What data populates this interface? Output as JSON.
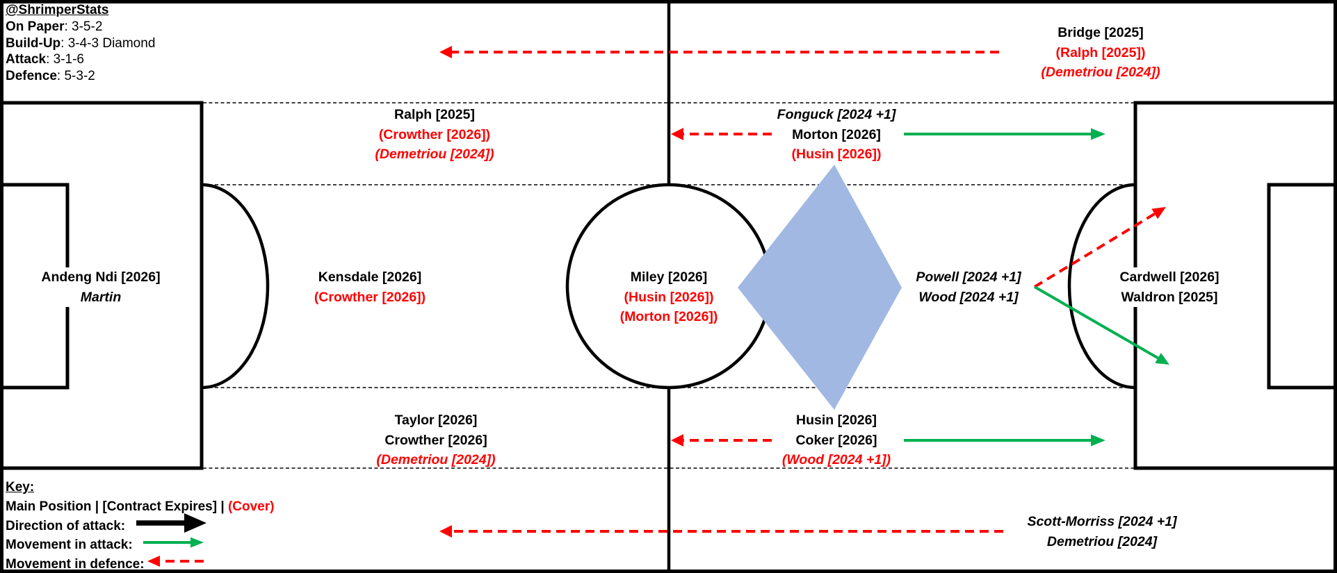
{
  "stats": {
    "title": "@ShrimperStats",
    "rows": [
      {
        "label": "On Paper",
        "value": ": 3-5-2"
      },
      {
        "label": "Build-Up",
        "value": ": 3-4-3 Diamond"
      },
      {
        "label": "Attack",
        "value": ": 3-1-6"
      },
      {
        "label": "Defence",
        "value": ": 5-3-2"
      }
    ]
  },
  "labels": {
    "fw_top": {
      "lines": [
        "Bridge [2025]",
        "(Ralph [2025])",
        "(Demetriou [2024])"
      ]
    },
    "cb_top": {
      "lines": [
        "Ralph [2025]",
        "(Crowther [2026])",
        "(Demetriou [2024])"
      ]
    },
    "mid_top": {
      "lines": [
        "Fonguck [2024 +1]",
        "Morton [2026]",
        "(Husin [2026])"
      ]
    },
    "gk": {
      "lines": [
        "Andeng Ndi [2026]",
        "Martin"
      ]
    },
    "cb_mid": {
      "lines": [
        "Kensdale [2026]",
        "(Crowther [2026])"
      ]
    },
    "mid_center": {
      "lines": [
        "Miley [2026]",
        "(Husin [2026])",
        "(Morton [2026])"
      ]
    },
    "am": {
      "lines": [
        "Powell [2024 +1]",
        "Wood [2024 +1]"
      ]
    },
    "fw_center": {
      "lines": [
        "Cardwell [2026]",
        "Waldron [2025]"
      ]
    },
    "cb_bottom": {
      "lines": [
        "Taylor [2026]",
        "Crowther [2026]",
        "(Demetriou [2024])"
      ]
    },
    "mid_bottom": {
      "lines": [
        "Husin [2026]",
        "Coker [2026]",
        "(Wood [2024 +1])"
      ]
    },
    "fw_bottom": {
      "lines": [
        "Scott-Morriss [2024 +1]",
        "Demetriou [2024]"
      ]
    }
  },
  "key": {
    "title": "Key:",
    "legend": {
      "main": "Main Position",
      "sep1": " | ",
      "contract": "[Contract Expires]",
      "sep2": " | ",
      "cover": "(Cover)"
    },
    "rows": [
      {
        "label": "Direction of attack:",
        "arrow": "black-solid-right"
      },
      {
        "label": "Movement in attack:",
        "arrow": "green-solid-right"
      },
      {
        "label": "Movement in defence:",
        "arrow": "red-dashed-left"
      }
    ]
  },
  "colors": {
    "red": "#ff0000",
    "green": "#00b050",
    "blue": "#a1b8e3",
    "ink": "#000000"
  }
}
